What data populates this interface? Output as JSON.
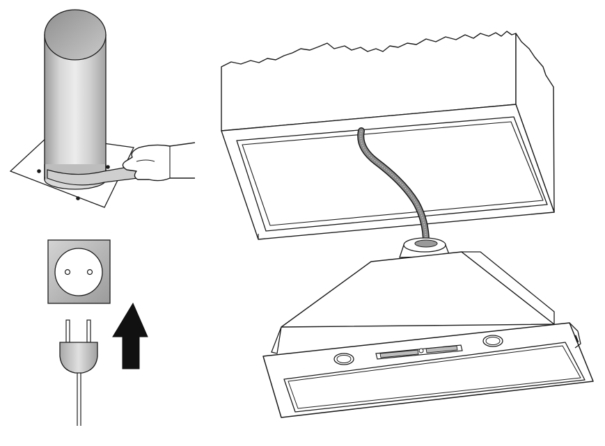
{
  "figure": {
    "panels": [
      {
        "id": "duct-tape-panel",
        "icons": [
          "duct-pipe-icon",
          "tape-strip-icon",
          "hand-icon",
          "mounting-plate-icon"
        ]
      },
      {
        "id": "power-panel",
        "icons": [
          "wall-socket-icon",
          "power-plug-icon",
          "up-arrow-icon"
        ]
      },
      {
        "id": "installation-panel",
        "icons": [
          "cabinet-icon",
          "flex-hose-icon",
          "hood-unit-icon",
          "control-strip-icon"
        ]
      }
    ]
  },
  "colors": {
    "line": "#1a1a1a",
    "metal_light": "#e4e4e4",
    "metal_mid": "#b9b9b9",
    "metal_dark": "#8a8a8a",
    "arrow": "#111111",
    "hose": "#7a7a7a"
  }
}
